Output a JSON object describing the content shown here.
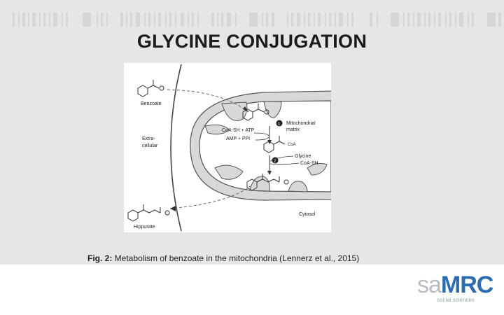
{
  "slide": {
    "title": "GLYCINE CONJUGATION"
  },
  "figure": {
    "labels": {
      "benzoate": "Benzoate",
      "extracellular_1": "Extra-",
      "extracellular_2": "cellular",
      "hippurate": "Hippurate",
      "mito_matrix_1": "Mitochondrial",
      "mito_matrix_2": "matrix",
      "coa_sh_atp": "CoA-SH + ATP",
      "amp_ppi": "AMP + PPi",
      "coa_group": "CoA",
      "glycine": "Glycine",
      "coa_sh": "CoA-SH",
      "cytosol": "Cytosol",
      "step1": "1",
      "step2": "2"
    }
  },
  "caption": {
    "prefix": "Fig. 2",
    "colon": ":",
    "text": " Metabolism of benzoate in the mitochondria (Lennerz et al., 2015)"
  },
  "logo": {
    "sa": "sa",
    "mrc": "MRC",
    "tagline": "social sciences"
  },
  "colors": {
    "slide_background": "#e6e6e6",
    "footer_background": "#ffffff",
    "logo_blue": "#2c6cb0",
    "logo_grey": "#b9bcc4"
  }
}
